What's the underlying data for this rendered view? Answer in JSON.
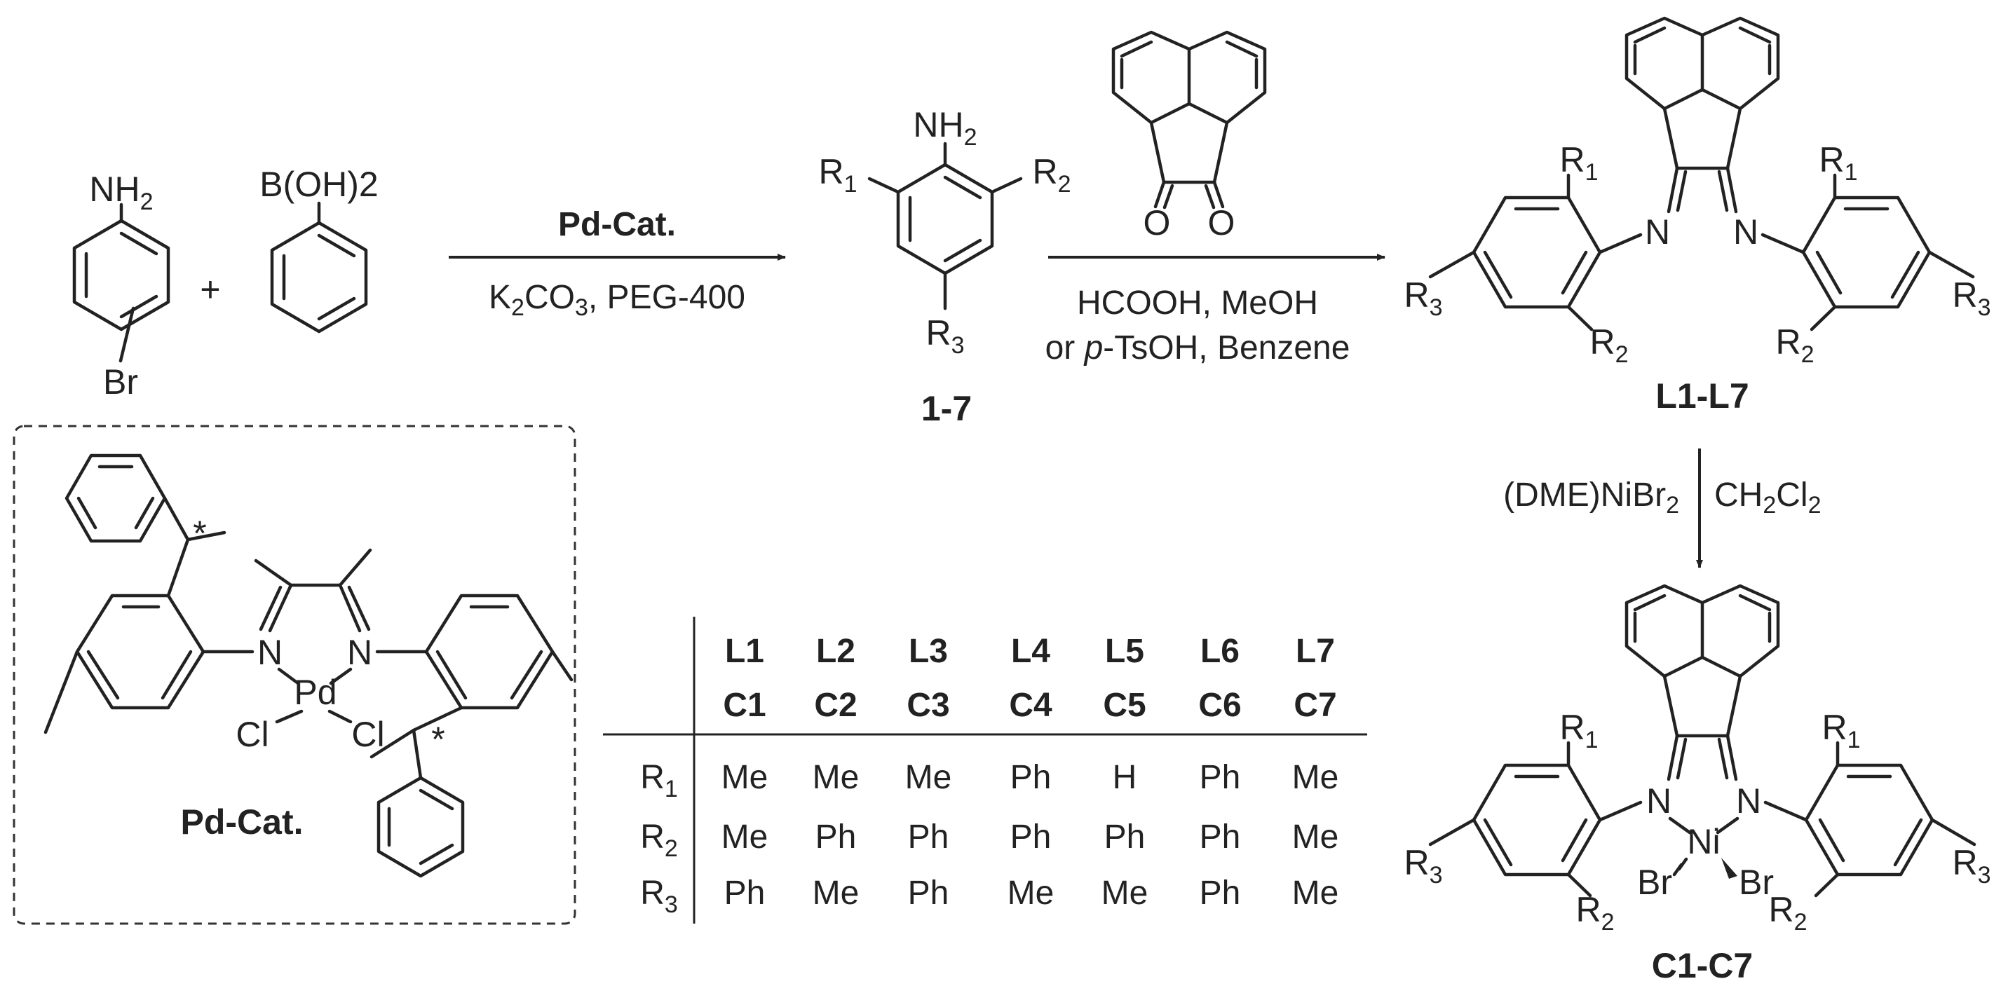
{
  "compounds": {
    "aniline": {
      "substituent_top": "NH2",
      "substituent_ring": "Br"
    },
    "plus": "+",
    "boronic_acid": {
      "substituent": "B(OH)2"
    },
    "intermediate": {
      "r1": "R1",
      "r2": "R2",
      "r3": "R3",
      "top": "NH2",
      "label": "1-7"
    },
    "diketone": {
      "o_left": "O",
      "o_right": "O"
    },
    "ligand": {
      "r1": "R1",
      "r2": "R2",
      "r3": "R3",
      "n": "N",
      "label": "L1-L7"
    },
    "complex": {
      "r1": "R1",
      "r2": "R2",
      "r3": "R3",
      "n": "N",
      "metal": "Ni",
      "br": "Br",
      "label": "C1-C7"
    },
    "pd_catalyst": {
      "n": "N",
      "metal": "Pd",
      "cl": "Cl",
      "star": "*",
      "label": "Pd-Cat."
    }
  },
  "arrows": {
    "step1": {
      "above": "Pd-Cat.",
      "below_k": "K",
      "below_k_sub": "2",
      "below_co": "CO",
      "below_co_sub": "3",
      "below_rest": ", PEG-400"
    },
    "step2": {
      "below_line1": "HCOOH, MeOH",
      "below_line2_prefix": "or ",
      "below_line2_italic": "p",
      "below_line2_rest": "-TsOH, Benzene"
    },
    "step3": {
      "left_main": "(DME)NiBr",
      "left_sub": "2",
      "right_a": "CH",
      "right_sub1": "2",
      "right_b": "Cl",
      "right_sub2": "2"
    }
  },
  "table": {
    "ligands": [
      "L1",
      "L2",
      "L3",
      "L4",
      "L5",
      "L6",
      "L7"
    ],
    "complexes": [
      "C1",
      "C2",
      "C3",
      "C4",
      "C5",
      "C6",
      "C7"
    ],
    "rows": [
      {
        "label": "R",
        "sub": "1",
        "values": [
          "Me",
          "Me",
          "Me",
          "Ph",
          "H",
          "Ph",
          "Me"
        ]
      },
      {
        "label": "R",
        "sub": "2",
        "values": [
          "Me",
          "Ph",
          "Ph",
          "Ph",
          "Ph",
          "Ph",
          "Me"
        ]
      },
      {
        "label": "R",
        "sub": "3",
        "values": [
          "Ph",
          "Me",
          "Ph",
          "Me",
          "Me",
          "Ph",
          "Me"
        ]
      }
    ],
    "highlight_value": "Ph",
    "highlight_color": "#1a1aff"
  }
}
